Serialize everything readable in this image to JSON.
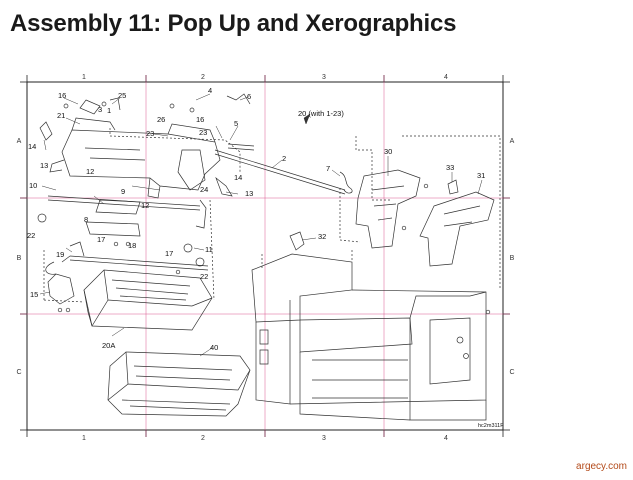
{
  "page": {
    "title": "Assembly 11: Pop Up and Xerographics",
    "footer": "argecy.com"
  },
  "diagram": {
    "grid_columns": [
      "1",
      "2",
      "3",
      "4"
    ],
    "grid_rows": [
      "A",
      "B",
      "C"
    ],
    "assembly_label": "20 (with 1-23)",
    "drawing_code": "hc2m311F",
    "callouts": [
      "16",
      "25",
      "3",
      "21",
      "14",
      "13",
      "10",
      "22",
      "1",
      "12",
      "9",
      "8",
      "17",
      "19",
      "18",
      "15",
      "20A",
      "26",
      "4",
      "16",
      "23",
      "23",
      "6",
      "5",
      "2",
      "24",
      "14",
      "13",
      "12",
      "11",
      "17",
      "22",
      "40",
      "7",
      "30",
      "33",
      "31",
      "32"
    ]
  },
  "colors": {
    "frame": "#222222",
    "gridline": "#d43c7c",
    "drawing": "#333333",
    "footer": "#b34a1a"
  }
}
